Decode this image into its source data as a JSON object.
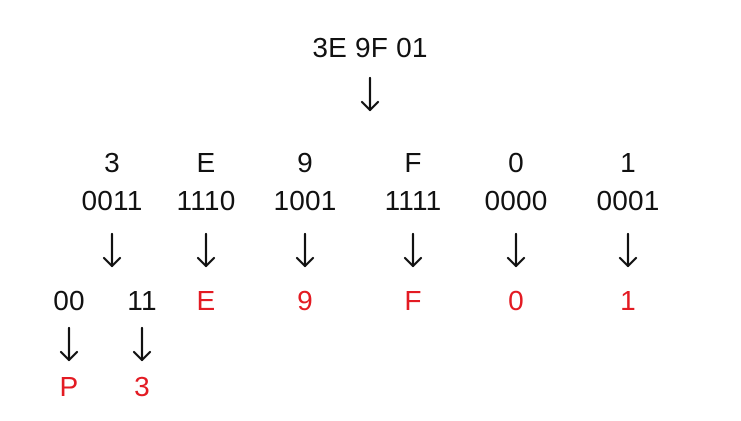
{
  "diagram": {
    "input": "3E 9F 01",
    "digits": [
      {
        "hex": "3",
        "binary": "0011"
      },
      {
        "hex": "E",
        "binary": "1110"
      },
      {
        "hex": "9",
        "binary": "1001"
      },
      {
        "hex": "F",
        "binary": "1111"
      },
      {
        "hex": "0",
        "binary": "0000"
      },
      {
        "hex": "1",
        "binary": "0001"
      }
    ],
    "split": {
      "high_bits": "00",
      "low_bits": "11"
    },
    "results": [
      "E",
      "9",
      "F",
      "0",
      "1"
    ],
    "final_results": [
      "P",
      "3"
    ],
    "colors": {
      "text": "#111111",
      "result": "#e31b23"
    },
    "icons": {
      "arrow": "down-arrow-icon"
    }
  }
}
